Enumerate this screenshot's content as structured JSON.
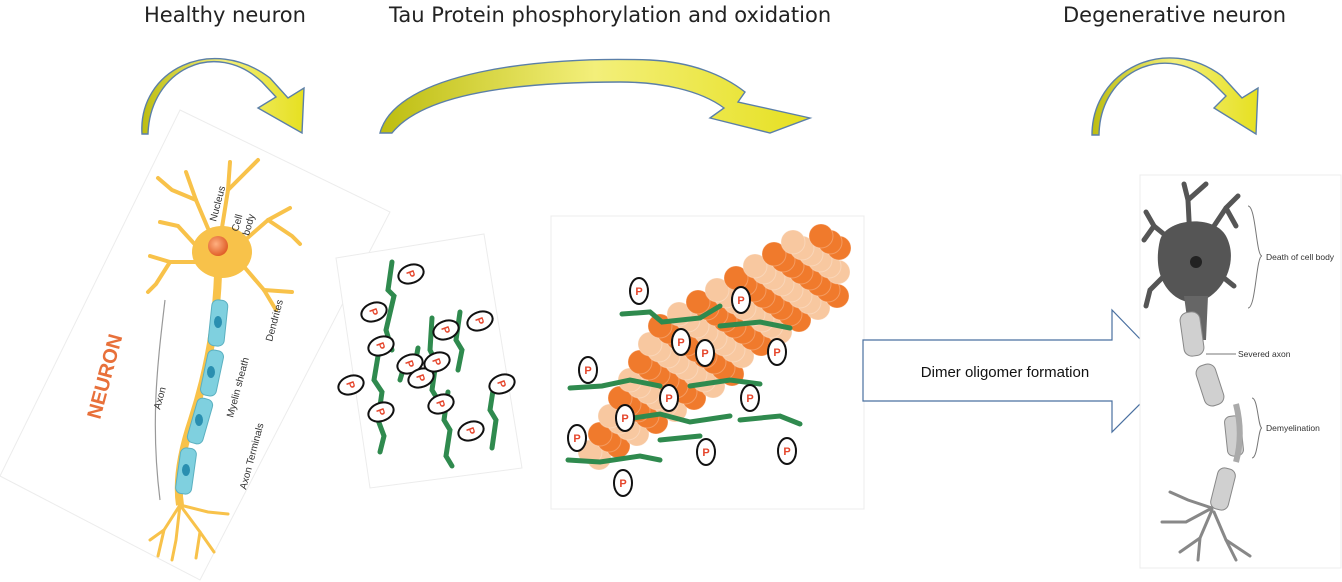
{
  "titles": {
    "healthy": "Healthy neuron",
    "tau": "Tau Protein phosphorylation and oxidation",
    "degenerative": "Degenerative neuron"
  },
  "neuron_panel": {
    "heading": "NEURON",
    "nucleus": "Nucleus",
    "cell_body_line1": "Cell",
    "cell_body_line2": "body",
    "dendrites": "Dendrites",
    "axon": "Axon",
    "myelin_sheath": "Myelin sheath",
    "axon_terminals": "Axon Terminals"
  },
  "phosphate_label": "P",
  "process_arrow_label": "Dimer oligomer formation",
  "degenerative_panel": {
    "death_of_cell_body": "Death of cell body",
    "severed_axon": "Severed axon",
    "demyelination": "Demyelination"
  },
  "colors": {
    "arrow_fill": "#d8d820",
    "arrow_light": "#f4f08a",
    "arrow_stroke": "#5b7fa8",
    "neuron_yellow": "#f8c24a",
    "myelin_blue": "#7fd0df",
    "tubulin_dark": "#f07a2c",
    "tubulin_light": "#f8c8a0",
    "tau_green": "#2f8a4e",
    "phosphate_red": "#e5452b"
  }
}
